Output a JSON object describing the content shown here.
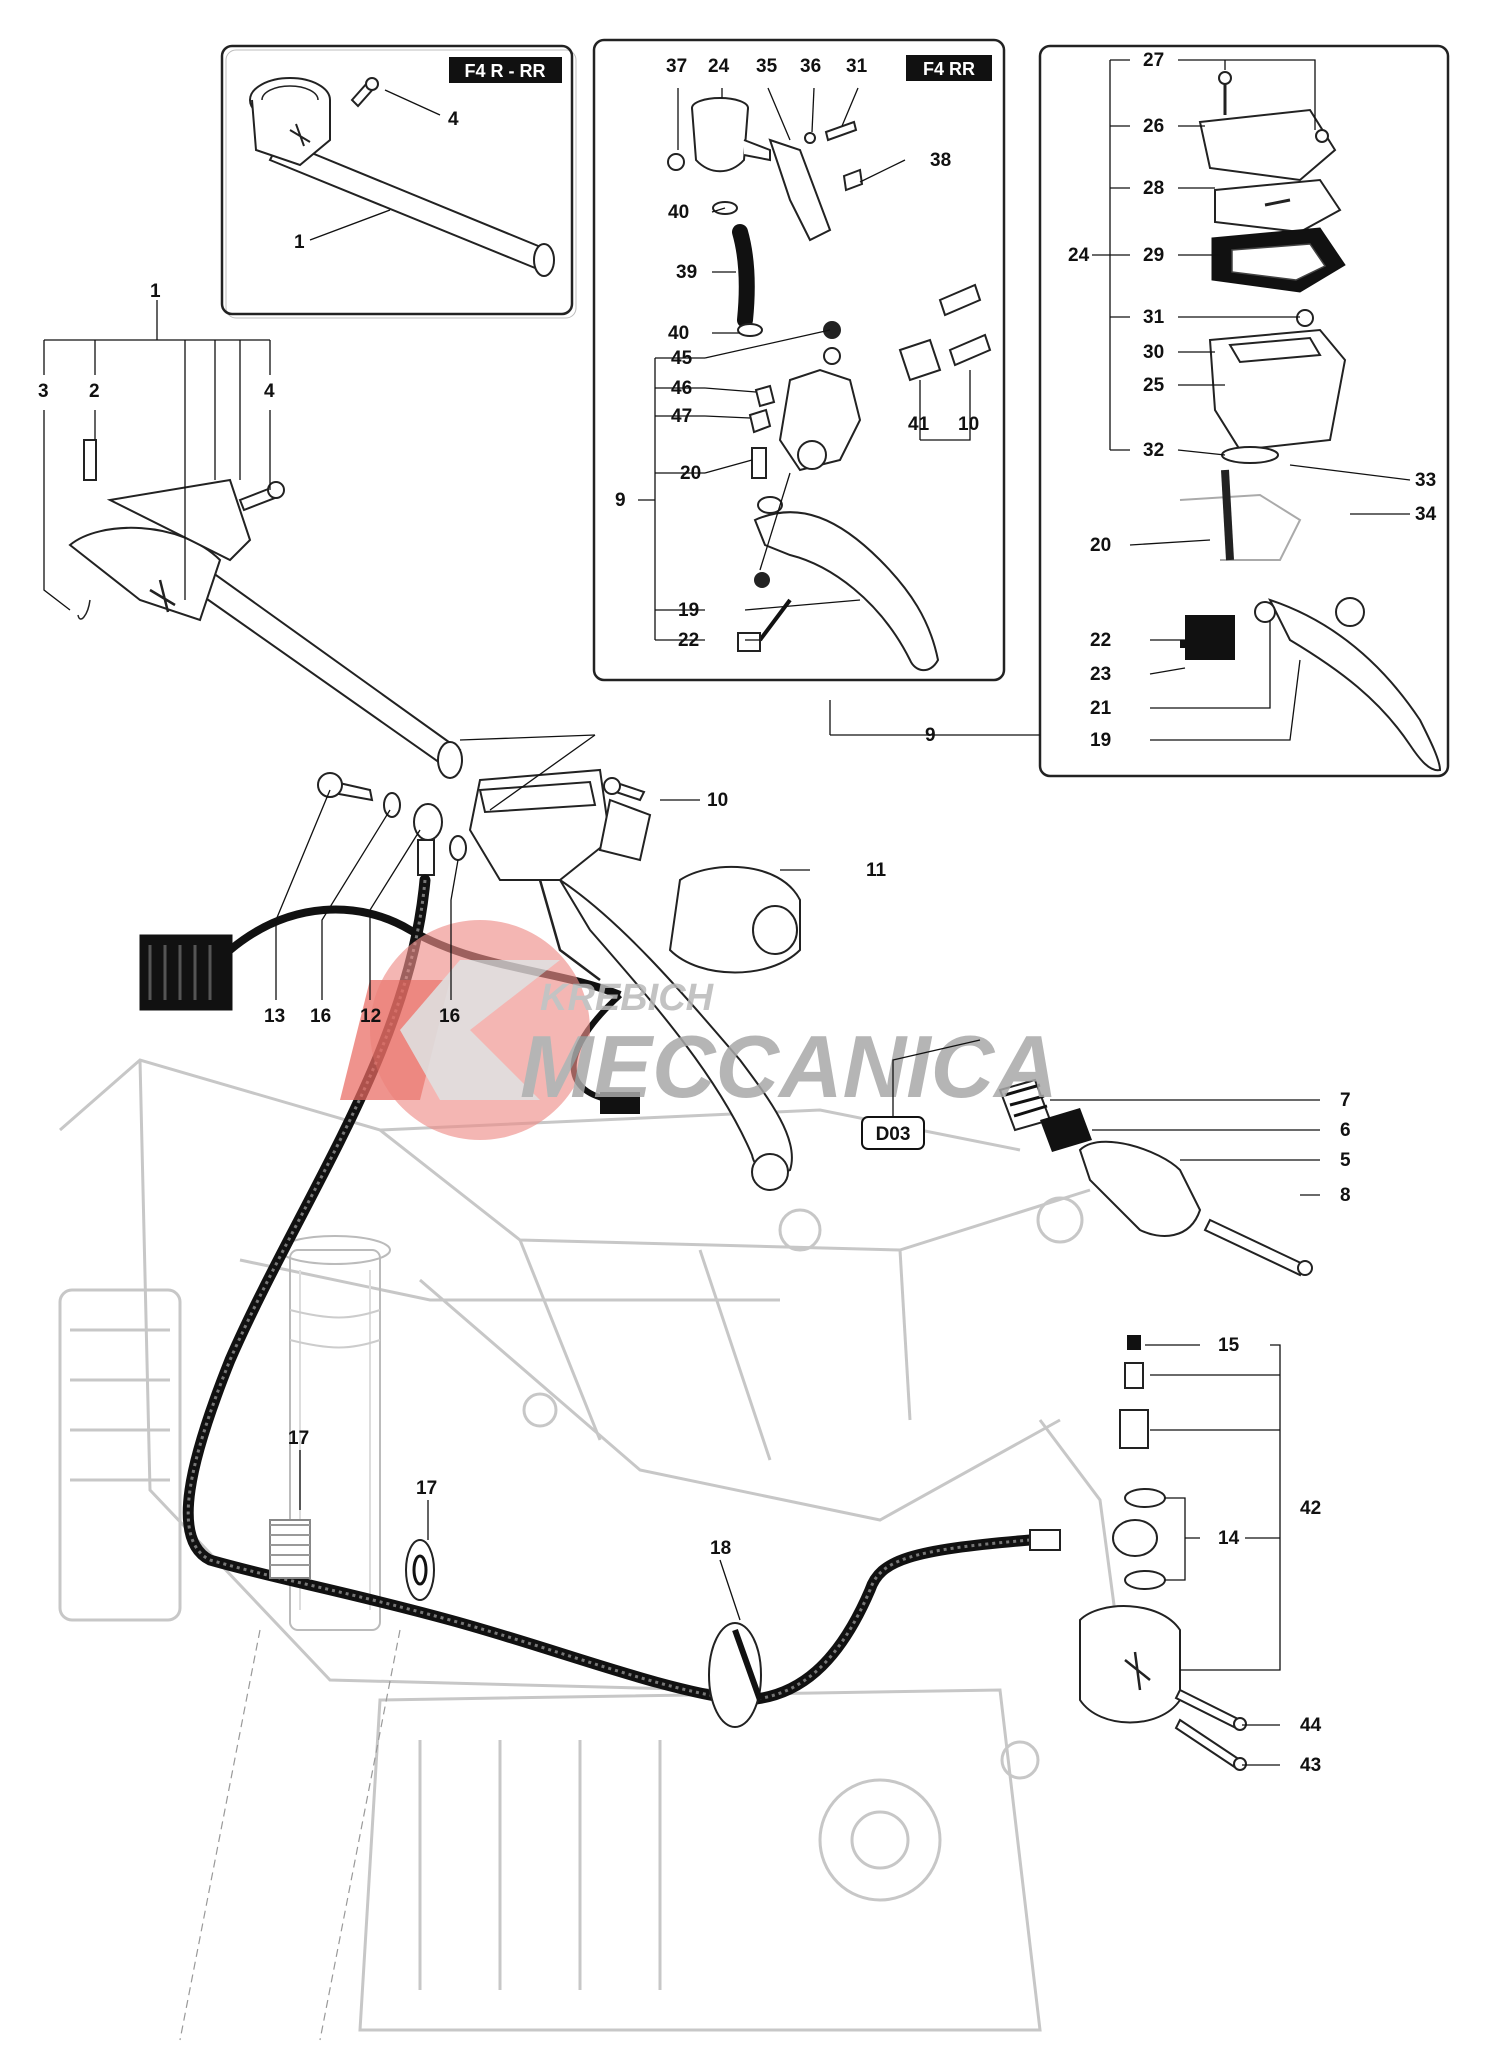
{
  "insets": {
    "left_tag": "F4 R - RR",
    "middle_tag": "F4 RR"
  },
  "ref_box": "D03",
  "watermark": {
    "line1": "KREBICH",
    "line2": "MECCANICA",
    "color": "#e8716b"
  },
  "callouts": {
    "c1": "1",
    "c2": "2",
    "c3": "3",
    "c4": "4",
    "c5": "5",
    "c6": "6",
    "c7": "7",
    "c8": "8",
    "c9": "9",
    "c10": "10",
    "c11": "11",
    "c12": "12",
    "c13": "13",
    "c14": "14",
    "c15": "15",
    "c16": "16",
    "c17": "17",
    "c18": "18",
    "c19": "19",
    "c20": "20",
    "c21": "21",
    "c22": "22",
    "c23": "23",
    "c24": "24",
    "c25": "25",
    "c26": "26",
    "c27": "27",
    "c28": "28",
    "c29": "29",
    "c30": "30",
    "c31": "31",
    "c32": "32",
    "c33": "33",
    "c34": "34",
    "c35": "35",
    "c36": "36",
    "c37": "37",
    "c38": "38",
    "c39": "39",
    "c40": "40",
    "c41": "41",
    "c42": "42",
    "c43": "43",
    "c44": "44",
    "c45": "45",
    "c46": "46",
    "c47": "47"
  }
}
